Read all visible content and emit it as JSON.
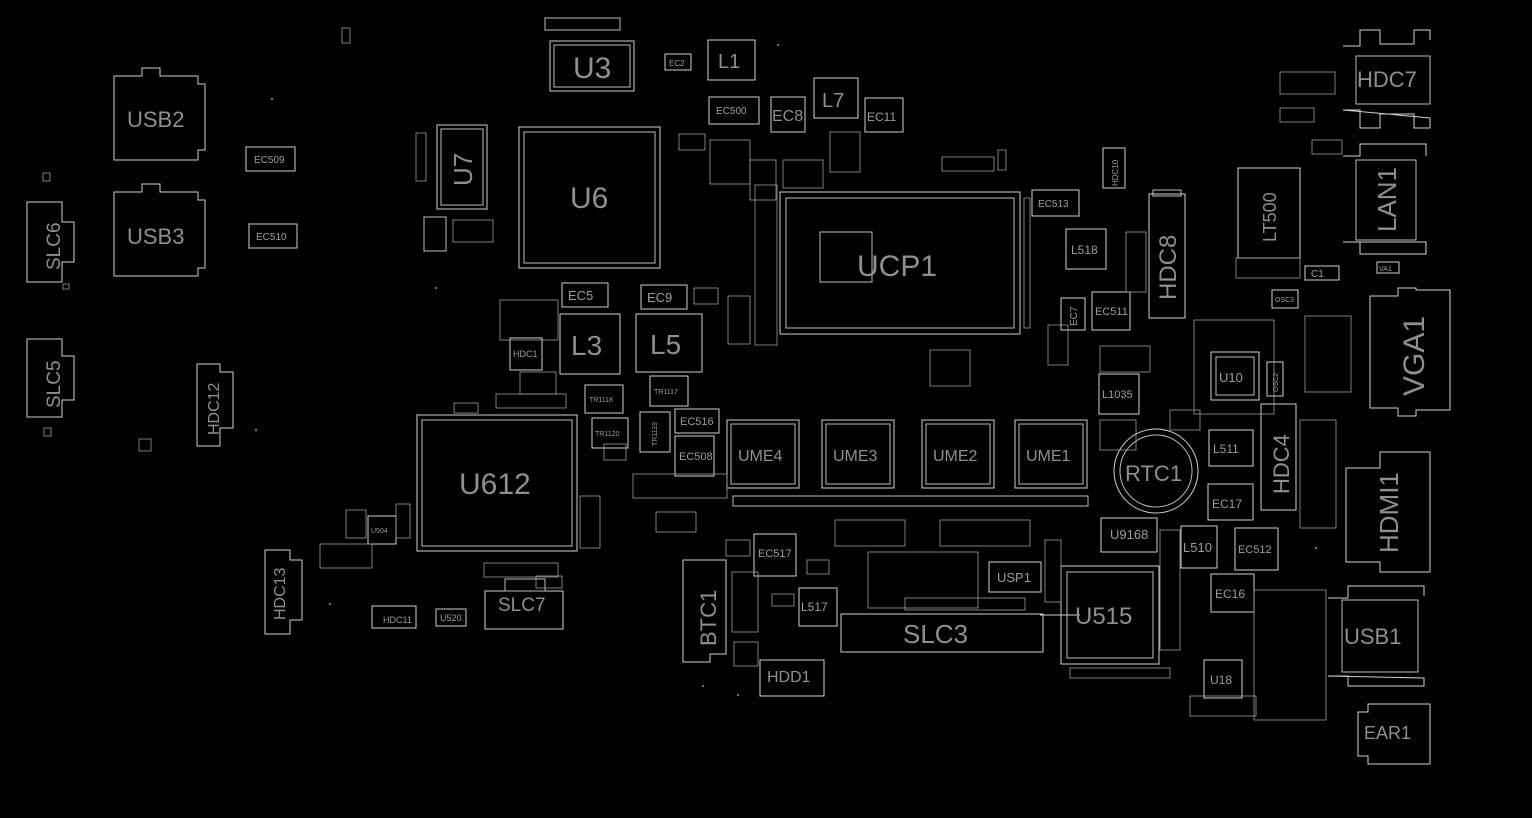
{
  "board_view": {
    "labels": {
      "usb2": "USB2",
      "usb3": "USB3",
      "slc6": "SLC6",
      "slc5": "SLC5",
      "hdc12": "HDC12",
      "hdc13": "HDC13",
      "hdc11": "HDC11",
      "u520": "U520",
      "u504": "U504",
      "slc7": "SLC7",
      "u612": "U612",
      "u7": "U7",
      "u6": "U6",
      "u3": "U3",
      "ec509": "EC509",
      "ec510": "EC510",
      "ec2": "EC2",
      "l1": "L1",
      "ec500": "EC500",
      "ec8": "EC8",
      "l7": "L7",
      "ec11": "EC11",
      "ec5": "EC5",
      "ec9": "EC9",
      "l3": "L3",
      "l5": "L5",
      "hdc1": "HDC1",
      "tr1118": "TR1118",
      "tr1120": "TR1120",
      "tr1117": "TR1117",
      "tr1119": "TR1119",
      "ec516": "EC516",
      "ec508": "EC508",
      "ucp1": "UCP1",
      "ec513": "EC513",
      "l518": "L518",
      "ec7": "EC7",
      "ec511": "EC511",
      "l1035": "L1035",
      "ume4": "UME4",
      "ume3": "UME3",
      "ume2": "UME2",
      "ume1": "UME1",
      "rtc1": "RTC1",
      "hdc8": "HDC8",
      "hdc10": "HDC10",
      "hdc7": "HDC7",
      "lan1": "LAN1",
      "lt500": "LT500",
      "c1": "C1",
      "vga1": "VGA1",
      "u10": "U10",
      "osc2": "OSC2",
      "osc3": "OSC3",
      "hdc4": "HDC4",
      "l511": "L511",
      "ec17": "EC17",
      "hdmi1": "HDMI1",
      "u9168": "U9168",
      "l510": "L510",
      "ec512": "EC512",
      "ec16": "EC16",
      "u515": "U515",
      "usp1": "USP1",
      "slc3": "SLC3",
      "ec517": "EC517",
      "l517": "L517",
      "btc1": "BTC1",
      "hdd1": "HDD1",
      "usb1": "USB1",
      "u18": "U18",
      "ear1": "EAR1",
      "va1": "VA1"
    }
  }
}
